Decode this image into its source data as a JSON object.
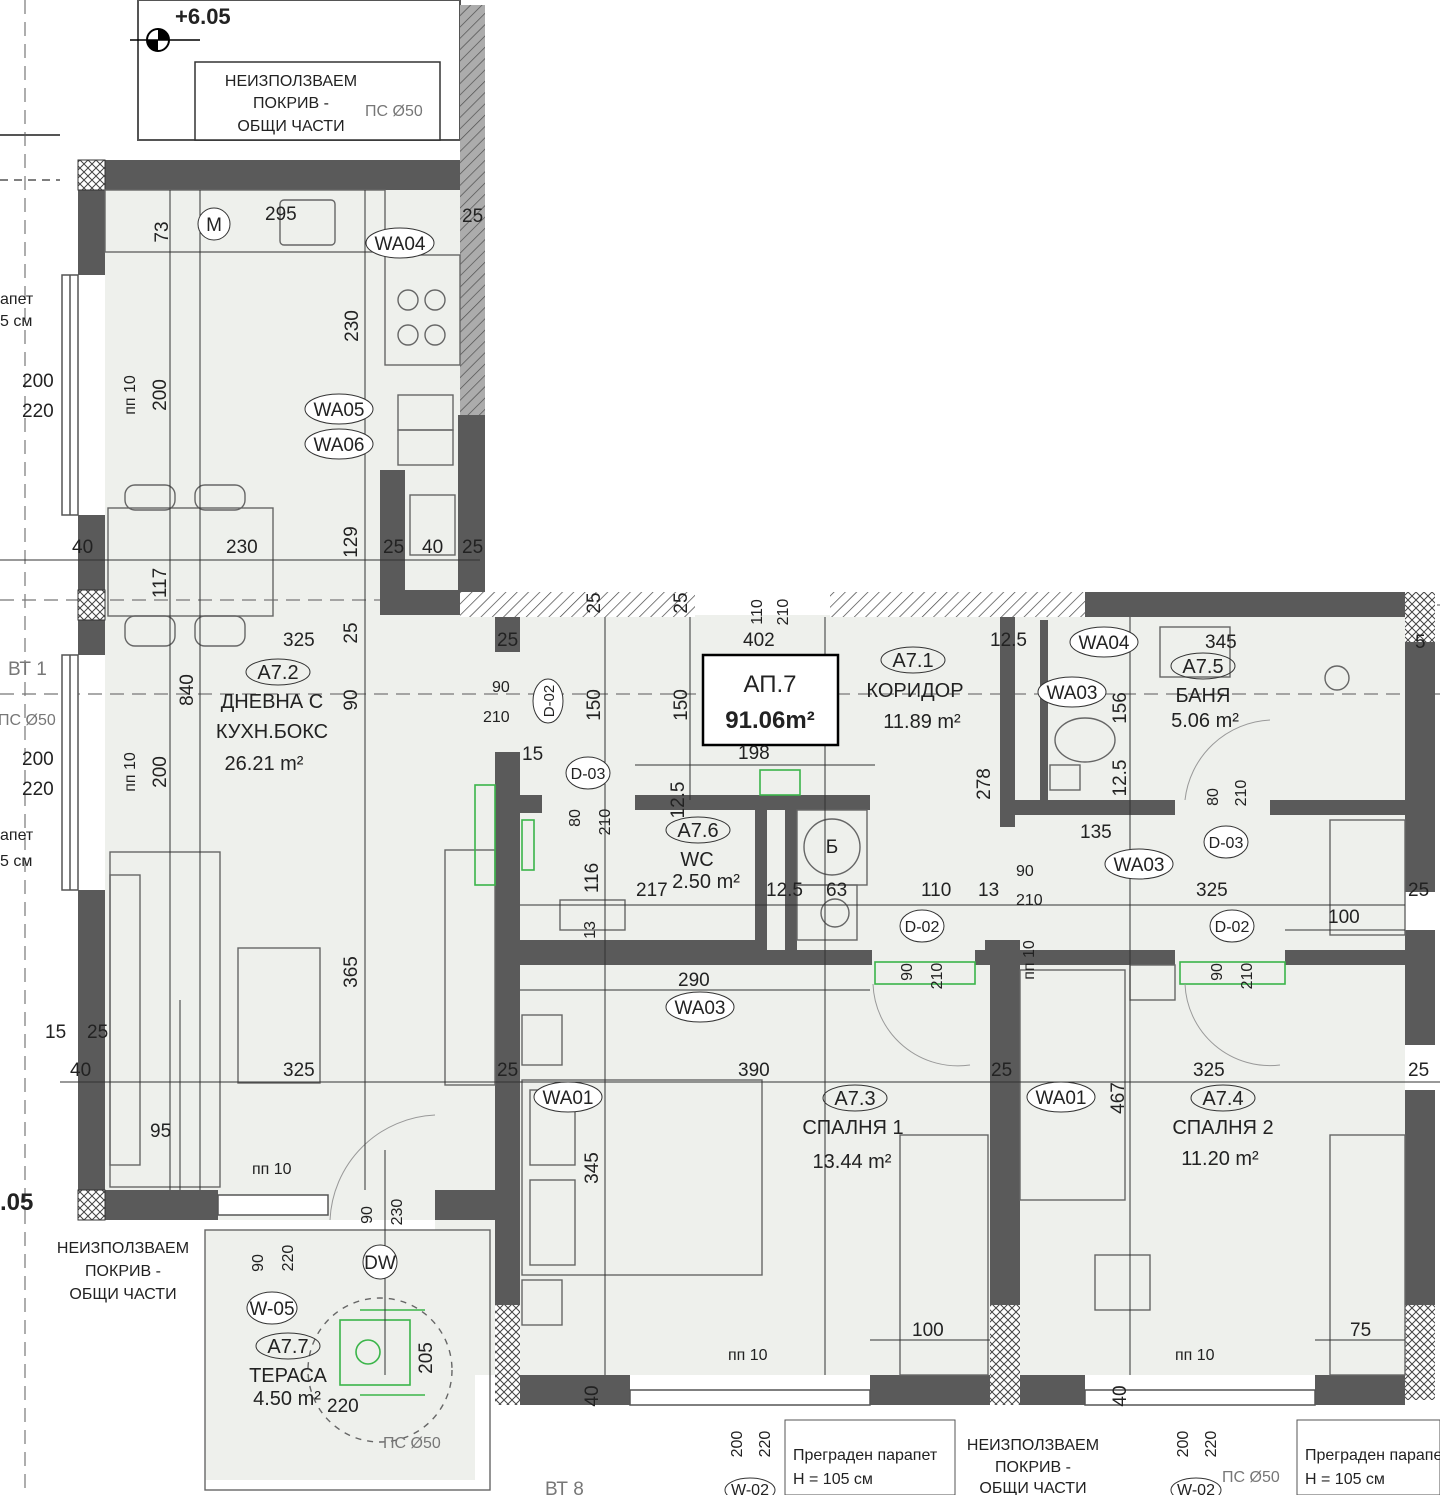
{
  "level": {
    "value": "+6.05",
    "left_level": ".05"
  },
  "apartment": {
    "name": "АП.7",
    "area": "91.06m²"
  },
  "roof_notes": {
    "top": [
      "НЕИЗПОЛЗВАЕМ",
      "ПОКРИВ -",
      "ОБЩИ ЧАСТИ"
    ],
    "top_ps": "ПС Ø50",
    "left": [
      "НЕИЗПОЛЗВАЕМ",
      "ПОКРИВ -",
      "ОБЩИ ЧАСТИ"
    ],
    "bottom": [
      "НЕИЗПОЛЗВАЕМ",
      "ПОКРИВ -",
      "ОБЩИ ЧАСТИ"
    ],
    "bottom_ps": "ПС Ø50",
    "terrace_ps": "ПС Ø50",
    "left_ps": "ПС Ø50"
  },
  "parapets": {
    "label": "Преграден парапет",
    "h1": "Н = 105 см",
    "h2": "Н = 105 см",
    "left_a": "апет",
    "left_b": "5 см",
    "left_c": "апет",
    "left_d": "5 см"
  },
  "rooms": [
    {
      "code": "A7.1",
      "name": [
        "КОРИДОР"
      ],
      "area": "11.89 m²"
    },
    {
      "code": "A7.2",
      "name": [
        "ДНЕВНА С",
        "КУХН.БОКС"
      ],
      "area": "26.21 m²"
    },
    {
      "code": "A7.3",
      "name": [
        "СПАЛНЯ 1"
      ],
      "area": "13.44 m²"
    },
    {
      "code": "A7.4",
      "name": [
        "СПАЛНЯ 2"
      ],
      "area": "11.20 m²"
    },
    {
      "code": "A7.5",
      "name": [
        "БАНЯ"
      ],
      "area": "5.06 m²"
    },
    {
      "code": "A7.6",
      "name": [
        "WC"
      ],
      "area": "2.50 m²"
    },
    {
      "code": "A7.7",
      "name": [
        "ТЕРАСА"
      ],
      "area": "4.50 m²"
    }
  ],
  "tags": {
    "wa04": "WA04",
    "wa05": "WA05",
    "wa06": "WA06",
    "wa03": "WA03",
    "wa01": "WA01",
    "d02": "D-02",
    "d03": "D-03",
    "w05": "W-05",
    "w02": "W-02",
    "m": "M",
    "dw": "DW",
    "b": "Б",
    "bt1": "ВТ 1",
    "bt8": "ВТ 8"
  },
  "dimensions": {
    "d295": "295",
    "d73": "73",
    "d230": "230",
    "d200": "200",
    "d220": "220",
    "d10": "пп 10",
    "d25": "25",
    "d40": "40",
    "d129": "129",
    "d117": "117",
    "d325": "325",
    "d840": "840",
    "d90": "90",
    "d210": "210",
    "d150": "150",
    "d402": "402",
    "d110": "110",
    "d12_5": "12.5",
    "d345": "345",
    "d156": "156",
    "d198": "198",
    "d15": "15",
    "d278": "278",
    "d80": "80",
    "d135": "135",
    "d116": "116",
    "d217": "217",
    "d63": "63",
    "d13": "13",
    "d100": "100",
    "d290": "290",
    "d365": "365",
    "d390": "390",
    "d467": "467",
    "d95": "95",
    "d205": "205",
    "d75": "75",
    "d5": "5"
  }
}
